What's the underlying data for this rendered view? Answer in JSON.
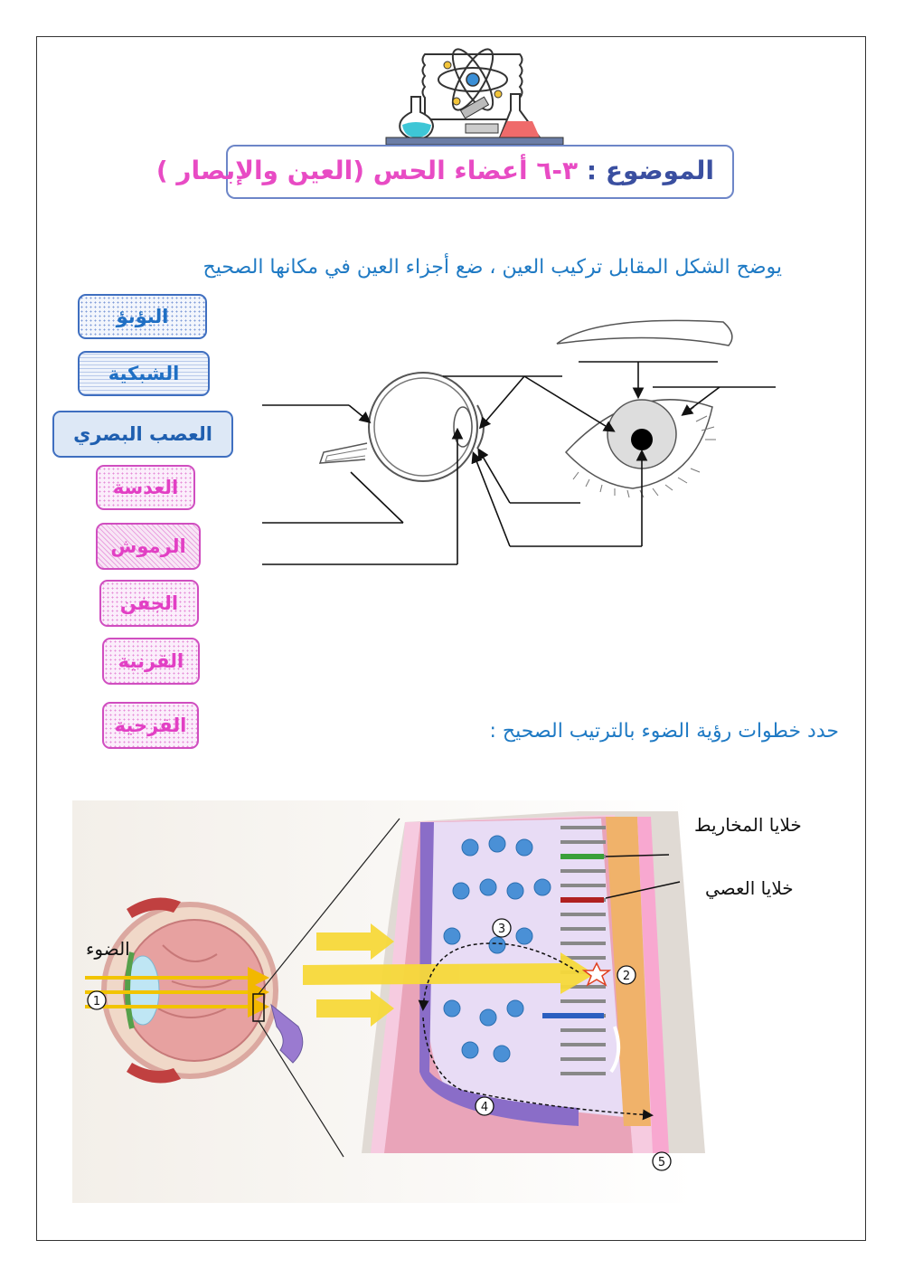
{
  "header": {
    "topic_label": "الموضوع :",
    "topic_title": "٣-٦ أعضاء الحس (العين والإبصار )"
  },
  "section1": {
    "instruction": "يوضح الشكل المقابل تركيب العين ، ضع أجزاء العين في مكانها الصحيح"
  },
  "word_bank": [
    {
      "label": "البؤبؤ"
    },
    {
      "label": "الشبكية"
    },
    {
      "label": "العصب البصري"
    },
    {
      "label": "العدسة"
    },
    {
      "label": "الرموش"
    },
    {
      "label": "الجفن"
    },
    {
      "label": "القرنية"
    },
    {
      "label": "القزحية"
    }
  ],
  "section2": {
    "instruction": "حدد خطوات رؤية الضوء بالترتيب الصحيح :"
  },
  "retina_diagram": {
    "label_light": "الضوء",
    "label_cones": "خلايا المخاريط",
    "label_rods": "خلايا العصي",
    "steps": [
      "1",
      "2",
      "3",
      "4",
      "5"
    ]
  },
  "colors": {
    "title_blue": "#3a4fa0",
    "title_pink": "#e84bc4",
    "instruction_blue": "#1f7ac4"
  }
}
